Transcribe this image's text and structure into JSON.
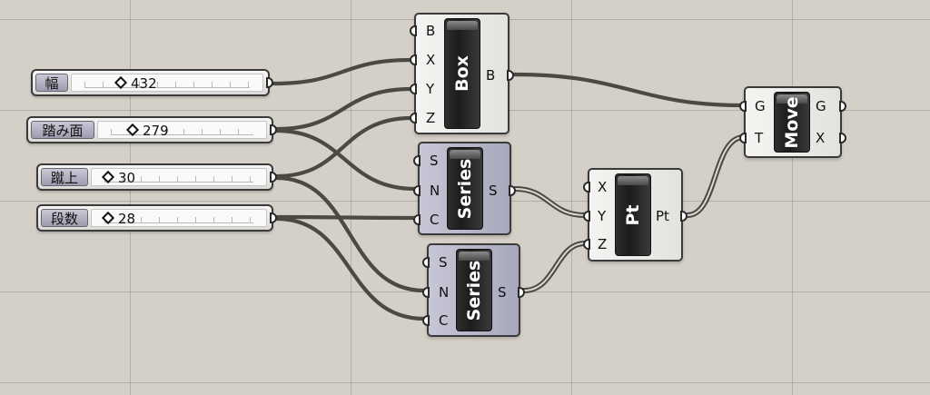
{
  "sliders": [
    {
      "label": "幅",
      "value": "432"
    },
    {
      "label": "踏み面",
      "value": "279"
    },
    {
      "label": "蹴上",
      "value": "30"
    },
    {
      "label": "段数",
      "value": "28"
    }
  ],
  "components": {
    "box": {
      "title": "Box",
      "inputs": [
        "B",
        "X",
        "Y",
        "Z"
      ],
      "output": "B"
    },
    "series1": {
      "title": "Series",
      "inputs": [
        "S",
        "N",
        "C"
      ],
      "output": "S"
    },
    "series2": {
      "title": "Series",
      "inputs": [
        "S",
        "N",
        "C"
      ],
      "output": "S"
    },
    "pt": {
      "title": "Pt",
      "inputs": [
        "X",
        "Y",
        "Z"
      ],
      "output": "Pt"
    },
    "move": {
      "title": "Move",
      "inputs": [
        "G",
        "T"
      ],
      "outputs": [
        "G",
        "X"
      ]
    }
  },
  "colors": {
    "canvas": "#d4d0c8",
    "wire": "#4a4944",
    "component_dark": "#1c1c1c",
    "series_body": "#b0b0c4"
  }
}
